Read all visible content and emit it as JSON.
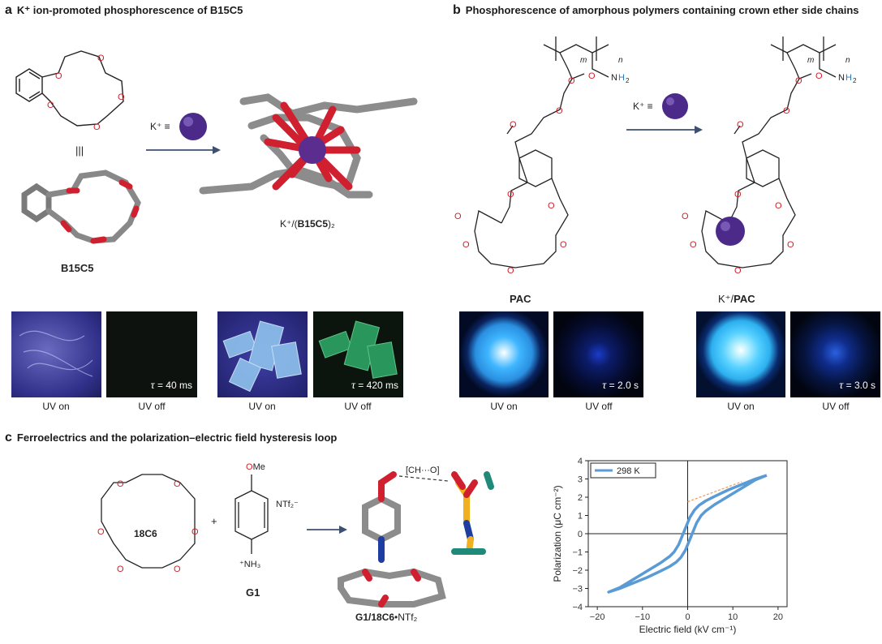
{
  "panel_a": {
    "letter": "a",
    "title": "K⁺ ion-promoted phosphorescence of B15C5",
    "molecule_label": "B15C5",
    "equiv_symbol": "|||",
    "ion_label": "K⁺ ≡",
    "complex_label_prefix": "K⁺/(",
    "complex_label_bold": "B15C5",
    "complex_label_suffix": ")₂",
    "photos": [
      {
        "caption": "UV on",
        "tau": ""
      },
      {
        "caption": "UV off",
        "tau": "= 40 ms"
      },
      {
        "caption": "UV on",
        "tau": ""
      },
      {
        "caption": "UV off",
        "tau": "= 420 ms"
      }
    ]
  },
  "panel_b": {
    "letter": "b",
    "title": "Phosphorescence of amorphous polymers containing crown ether side chains",
    "ion_label": "K⁺ ≡",
    "left_label": "PAC",
    "right_label_prefix": "K⁺/",
    "right_label_bold": "PAC",
    "photos": [
      {
        "caption": "UV on",
        "tau": ""
      },
      {
        "caption": "UV off",
        "tau": "= 2.0 s"
      },
      {
        "caption": "UV on",
        "tau": ""
      },
      {
        "caption": "UV off",
        "tau": "= 3.0 s"
      }
    ]
  },
  "panel_c": {
    "letter": "c",
    "title": "Ferroelectrics and the polarization–electric field hysteresis loop",
    "crown_label": "18C6",
    "plus": "+",
    "guest_label": "G1",
    "counterion": "NTf₂⁻",
    "methoxy": "OMe",
    "ammonium": "⁺NH₃",
    "hbond_label": "[CH···O]",
    "complex_label_bold": "G1/18C6",
    "complex_label_suffix": "•NTf₂"
  },
  "chart_data": {
    "type": "line",
    "title": "",
    "xlabel": "Electric field (kV cm⁻¹)",
    "ylabel": "Polarization (μC cm⁻²)",
    "xlim": [
      -22,
      22
    ],
    "ylim": [
      -4,
      4
    ],
    "xticks": [
      -20,
      -10,
      0,
      10,
      20
    ],
    "yticks": [
      -4,
      -3,
      -2,
      -1,
      0,
      1,
      2,
      3,
      4
    ],
    "legend_position": "top-left",
    "colors": {
      "loop": "#5b9bd5",
      "extrapolation": "#e8a26a"
    },
    "series": [
      {
        "name": "298 K",
        "x": [
          17.5,
          15,
          12,
          9,
          6,
          4,
          2.5,
          1.5,
          0.5,
          -0.5,
          -2,
          -3,
          -4,
          -6,
          -9,
          -12,
          -15,
          -17.5,
          -15,
          -12,
          -9,
          -6,
          -4,
          -2.5,
          -1.5,
          -0.5,
          0.5,
          2,
          3,
          4,
          6,
          9,
          12,
          15,
          17.5
        ],
        "y": [
          3.2,
          3.0,
          2.7,
          2.4,
          2.05,
          1.8,
          1.55,
          1.3,
          0.9,
          0.3,
          -0.6,
          -1.0,
          -1.25,
          -1.6,
          -2.05,
          -2.5,
          -2.95,
          -3.2,
          -3.0,
          -2.7,
          -2.4,
          -2.05,
          -1.8,
          -1.55,
          -1.3,
          -0.9,
          -0.3,
          0.6,
          1.0,
          1.25,
          1.6,
          2.05,
          2.5,
          2.95,
          3.2
        ]
      }
    ],
    "extrapolation_line": {
      "x": [
        0,
        12
      ],
      "y": [
        1.75,
        2.85
      ]
    }
  }
}
